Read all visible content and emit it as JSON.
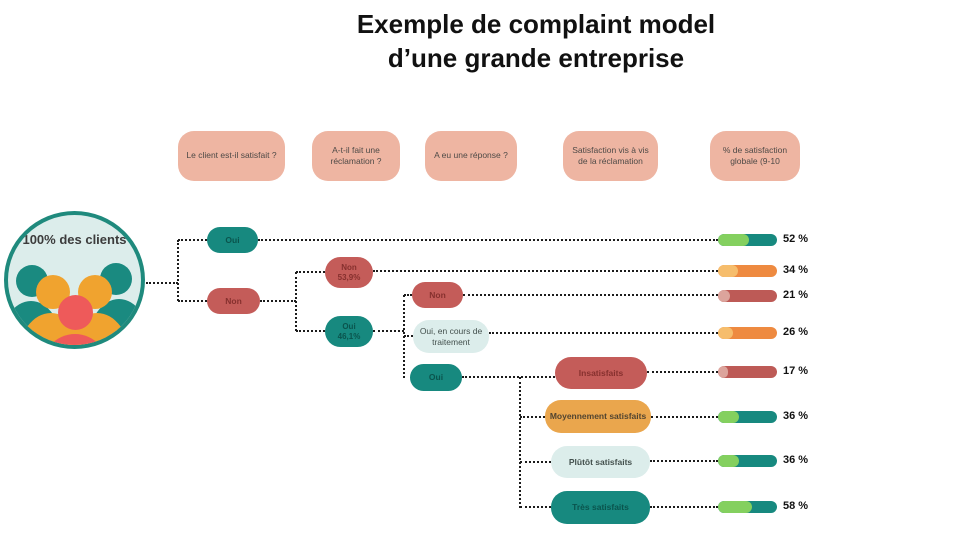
{
  "title": {
    "line1": "Exemple de complaint model",
    "line2": "d’une grande entreprise"
  },
  "audience": {
    "label": "100% des clients"
  },
  "headers": [
    {
      "label": "Le client est-il satisfait ?"
    },
    {
      "label": "A-t-il fait une réclamation ?"
    },
    {
      "label": "A eu une réponse ?"
    },
    {
      "label": "Satisfaction vis à vis de la réclamation"
    },
    {
      "label": "% de satisfaction globale  (9-10"
    }
  ],
  "nodes": {
    "oui_l1": {
      "label": "Oui"
    },
    "non_l1": {
      "label": "Non"
    },
    "non_l2": {
      "label": "Non",
      "sublabel": "53,9%"
    },
    "oui_l2": {
      "label": "Oui",
      "sublabel": "46,1%"
    },
    "non_l3": {
      "label": "Non"
    },
    "oui_en_cours": {
      "label": "Oui, en cours de traitement"
    },
    "oui_l3": {
      "label": "Oui"
    },
    "insatisfaits": {
      "label": "Insatisfaits"
    },
    "moyennement": {
      "label": "Moyennement satisfaits"
    },
    "plutot": {
      "label": "Plûtôt satisfaits"
    },
    "tres": {
      "label": "Très satisfaits"
    }
  },
  "bars": [
    {
      "value": 52,
      "label": "52 %",
      "palette": "green"
    },
    {
      "value": 34,
      "label": "34 %",
      "palette": "orange"
    },
    {
      "value": 21,
      "label": "21 %",
      "palette": "red"
    },
    {
      "value": 26,
      "label": "26 %",
      "palette": "orange"
    },
    {
      "value": 17,
      "label": "17 %",
      "palette": "red"
    },
    {
      "value": 36,
      "label": "36 %",
      "palette": "green"
    },
    {
      "value": 36,
      "label": "36 %",
      "palette": "green"
    },
    {
      "value": 58,
      "label": "58 %",
      "palette": "green"
    }
  ],
  "colors": {
    "teal": "#17897f",
    "red": "#c45c59",
    "light_blue": "#dcedeb",
    "orange": "#eaa64d",
    "header_salmon": "#eeb5a2",
    "bar_light_green": "#84d05f",
    "bar_light_orange": "#f6bd6c",
    "bar_light_red": "#dca49c",
    "person_teal": "#1a8a80",
    "person_orange": "#f0a32f",
    "person_red": "#ee5a5a",
    "dots": "#1b1b1b"
  }
}
